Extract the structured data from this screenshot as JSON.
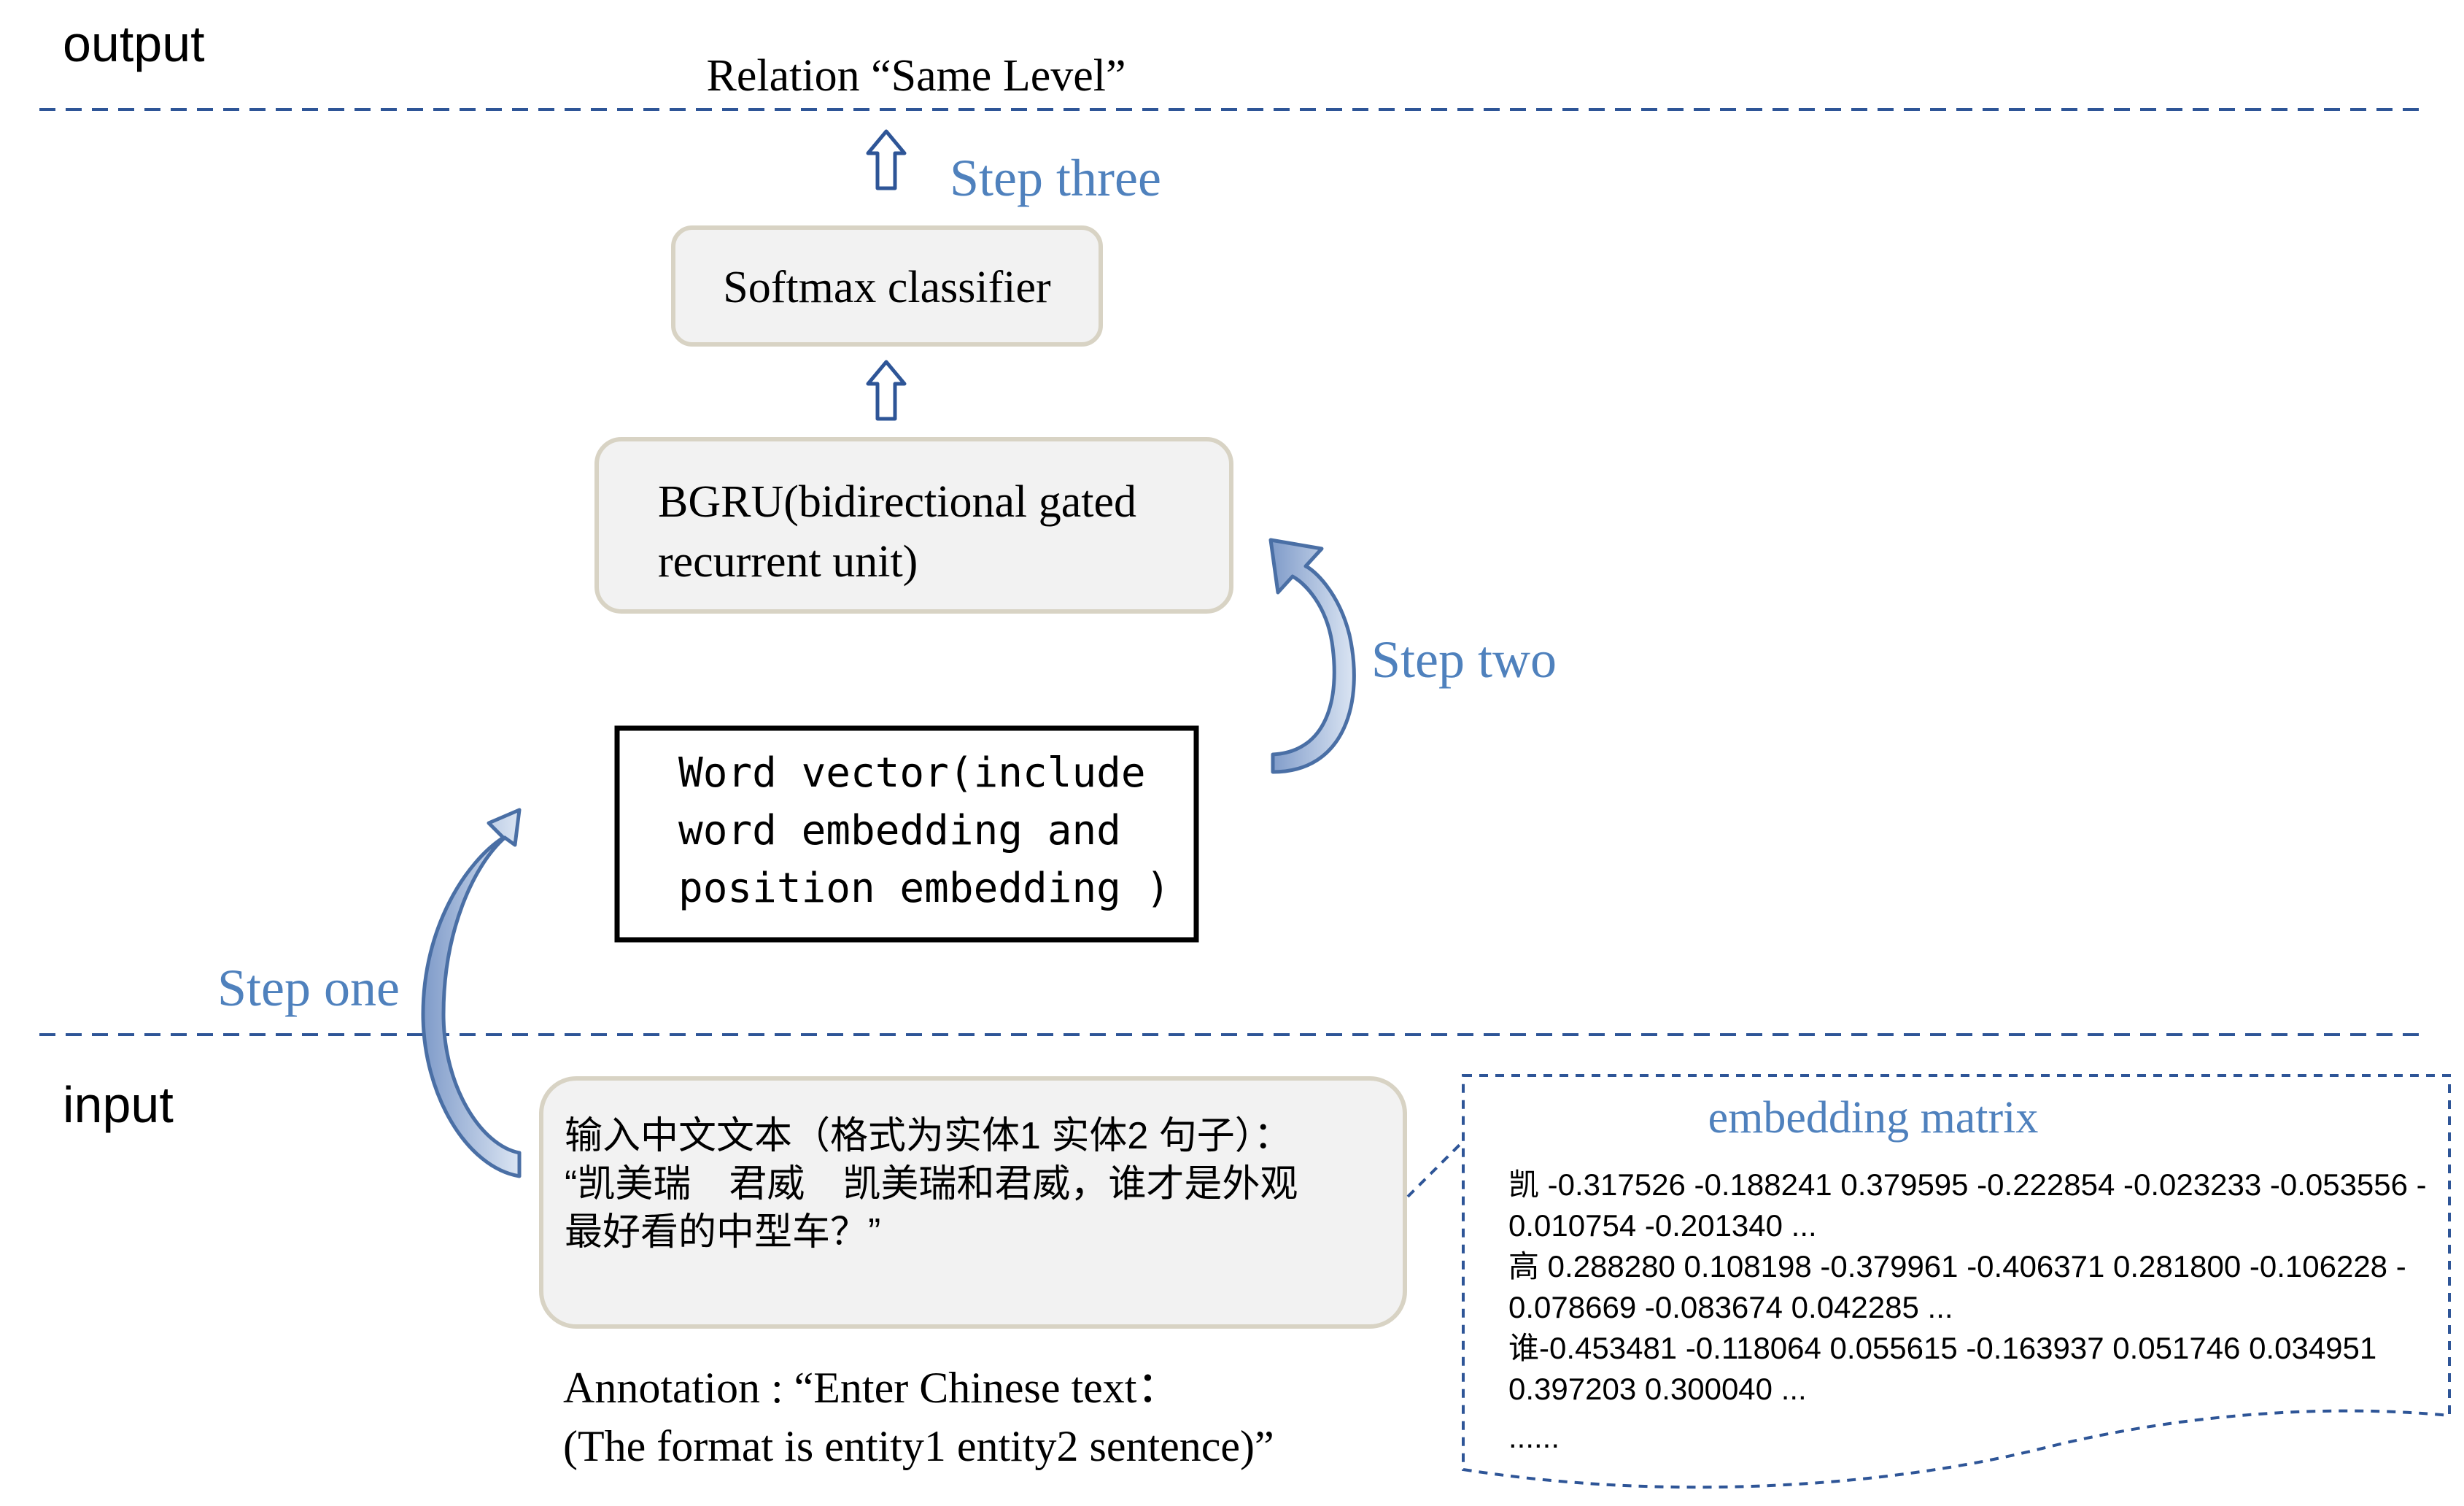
{
  "sections": {
    "output_label": "output",
    "input_label": "input"
  },
  "output_relation": "Relation “Same Level”",
  "steps": {
    "one": "Step one",
    "two": "Step two",
    "three": "Step three"
  },
  "boxes": {
    "softmax": "Softmax classifier",
    "bgru_line1": "BGRU(bidirectional gated",
    "bgru_line2": "recurrent unit)",
    "word_vector_line1": "Word vector(include",
    "word_vector_line2": "word embedding and",
    "word_vector_line3": "position embedding )"
  },
  "input_text": {
    "line1": "输入中文文本（格式为实体1 实体2 句子）：",
    "line2": "“凯美瑞　君威　凯美瑞和君威，谁才是外观",
    "line3": "最好看的中型车？”"
  },
  "annotation": {
    "line1": "Annotation : “Enter Chinese text：",
    "line2": "(The format is entity1 entity2  sentence)”"
  },
  "embedding_matrix": {
    "title": "embedding matrix",
    "lines": [
      "凯 -0.317526 -0.188241 0.379595 -0.222854 -0.023233 -0.053556 -",
      "0.010754 -0.201340 ...",
      "高 0.288280 0.108198 -0.379961 -0.406371 0.281800 -0.106228 -",
      "0.078669 -0.083674 0.042285 ...",
      "谁-0.453481 -0.118064 0.055615 -0.163937 0.051746 0.034951",
      "0.397203 0.300040 ...",
      "......"
    ]
  },
  "colors": {
    "step_text": "#4f81bd",
    "arrow_fill": "#b8c9e3",
    "arrow_stroke": "#4a6fa5",
    "rounded_box_fill": "#f2f2f2",
    "rounded_box_stroke": "#d8d3c4",
    "dashed_line": "#2e5597",
    "text": "#000000"
  },
  "icons": {
    "up_arrow": "hollow-up-arrow-icon",
    "curved_arrow": "curved-arrow-icon"
  }
}
